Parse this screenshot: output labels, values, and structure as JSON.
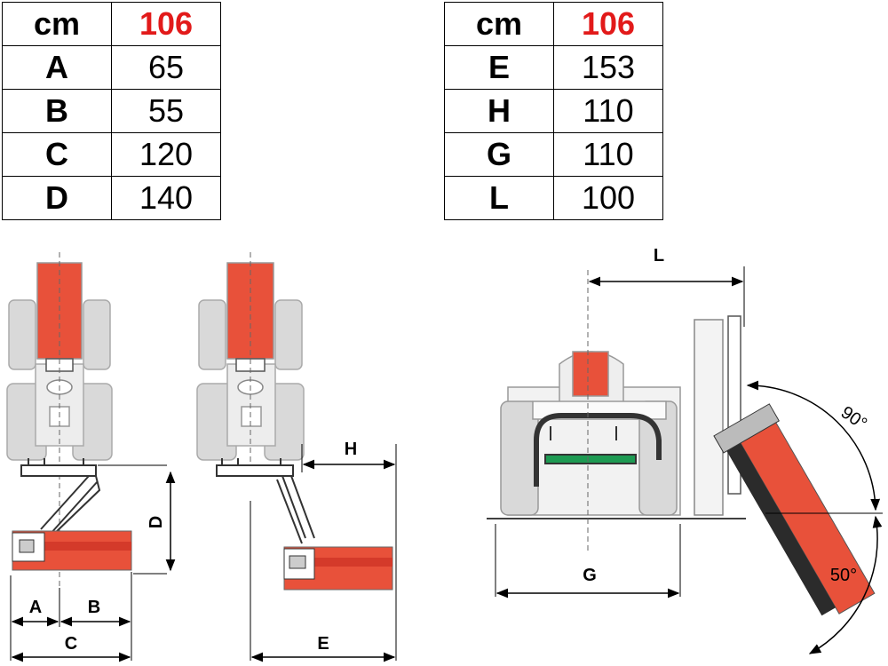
{
  "tables": [
    {
      "header": {
        "label": "cm",
        "value": "106"
      },
      "rows": [
        {
          "label": "A",
          "value": "65"
        },
        {
          "label": "B",
          "value": "55"
        },
        {
          "label": "C",
          "value": "120"
        },
        {
          "label": "D",
          "value": "140"
        }
      ]
    },
    {
      "header": {
        "label": "cm",
        "value": "106"
      },
      "rows": [
        {
          "label": "E",
          "value": "153"
        },
        {
          "label": "H",
          "value": "110"
        },
        {
          "label": "G",
          "value": "110"
        },
        {
          "label": "L",
          "value": "100"
        }
      ]
    }
  ],
  "diagram_labels": {
    "a": "A",
    "b": "B",
    "c": "C",
    "d": "D",
    "e": "E",
    "h": "H",
    "g": "G",
    "l": "L",
    "angle_upper": "90°",
    "angle_lower": "50°"
  },
  "colors": {
    "machine_red": "#e8513a",
    "tractor_grey": "#d9d9d9",
    "roller_dark": "#2b2b2b",
    "frame_green": "#1d9a52",
    "header_red": "#e21a1a"
  }
}
